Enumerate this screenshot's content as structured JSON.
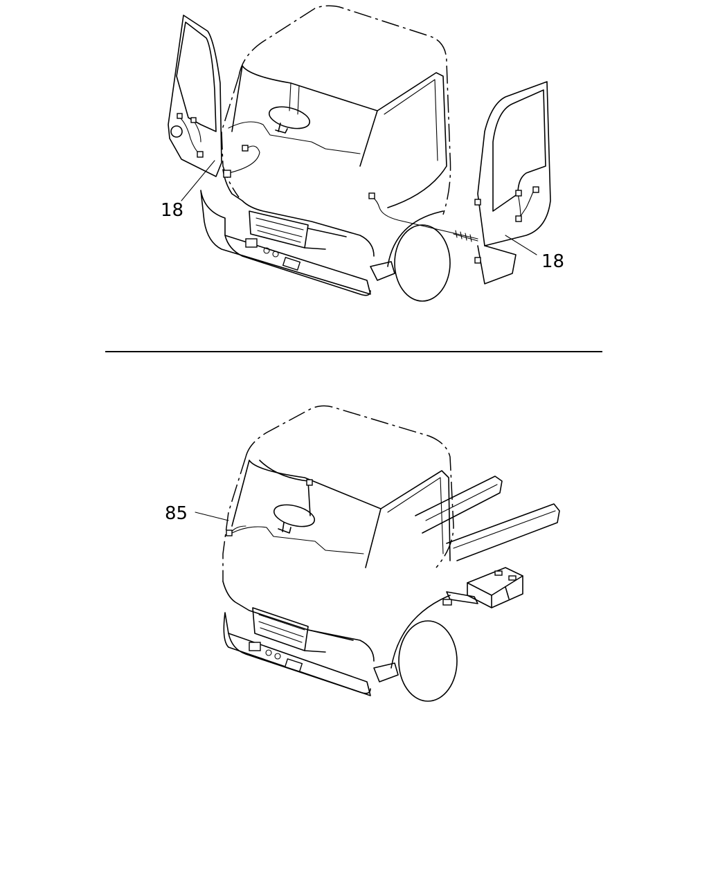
{
  "diagram": {
    "top_view": {
      "callouts": [
        {
          "id": "left-door-harness",
          "label": "18"
        },
        {
          "id": "right-door-harness",
          "label": "18"
        }
      ]
    },
    "bottom_view": {
      "callouts": [
        {
          "id": "cab-harness",
          "label": "85"
        }
      ]
    }
  }
}
